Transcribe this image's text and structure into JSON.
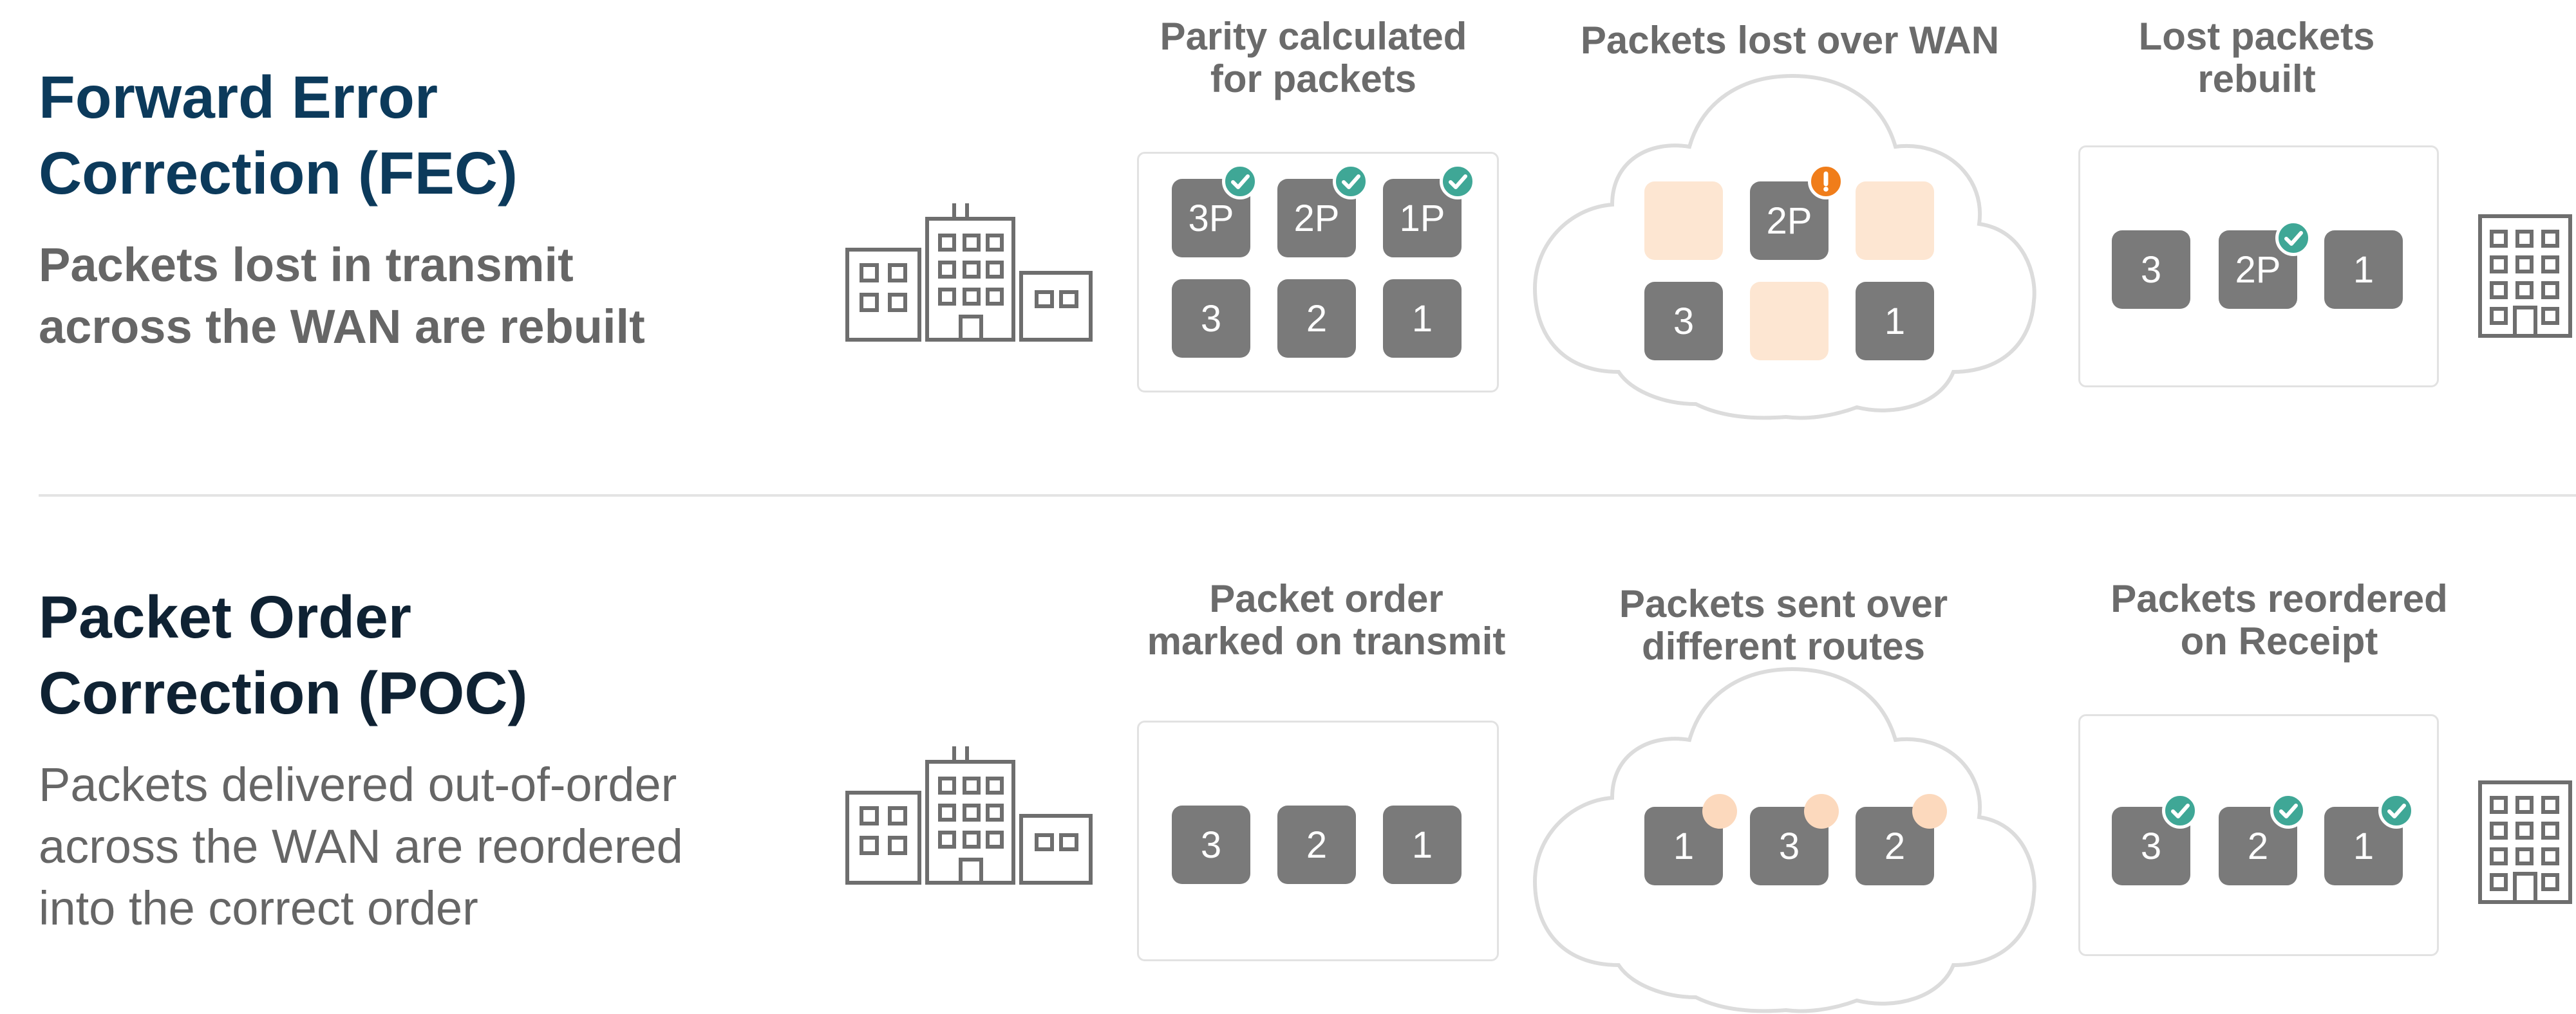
{
  "fec": {
    "title_line1": "Forward Error",
    "title_line2": "Correction (FEC)",
    "subtitle_line1": "Packets lost in transmit",
    "subtitle_line2": "across the WAN are rebuilt",
    "stages": {
      "parity": {
        "label_line1": "Parity calculated",
        "label_line2": "for packets",
        "parity_packets": [
          "3P",
          "2P",
          "1P"
        ],
        "data_packets": [
          "3",
          "2",
          "1"
        ]
      },
      "lost": {
        "label": "Packets lost over WAN",
        "parity_packets": [
          "",
          "2P",
          ""
        ],
        "data_packets": [
          "3",
          "",
          "1"
        ]
      },
      "rebuilt": {
        "label_line1": "Lost packets",
        "label_line2": "rebuilt",
        "packets": [
          "3",
          "2P",
          "1"
        ]
      }
    }
  },
  "poc": {
    "title_line1": "Packet Order",
    "title_line2": "Correction (POC)",
    "subtitle_line1": "Packets delivered out-of-order",
    "subtitle_line2": "across the WAN are reordered",
    "subtitle_line3": "into the correct order",
    "stages": {
      "marked": {
        "label_line1": "Packet order",
        "label_line2": "marked on transmit",
        "packets": [
          "3",
          "2",
          "1"
        ]
      },
      "routes": {
        "label_line1": "Packets sent over",
        "label_line2": "different routes",
        "packets": [
          "1",
          "3",
          "2"
        ]
      },
      "reordered": {
        "label_line1": "Packets reordered",
        "label_line2": "on Receipt",
        "packets": [
          "3",
          "2",
          "1"
        ]
      }
    }
  },
  "icons": {
    "sender": "office-buildings-icon",
    "receiver": "office-building-icon",
    "received": "checkmark-icon",
    "lost": "exclamation-icon"
  },
  "colors": {
    "title_fec": "#0c3a5b",
    "title_poc": "#0f2233",
    "packet": "#7a7a7a",
    "lost_packet": "#fde6d2",
    "check": "#3fa796",
    "alert": "#f07d1a"
  }
}
